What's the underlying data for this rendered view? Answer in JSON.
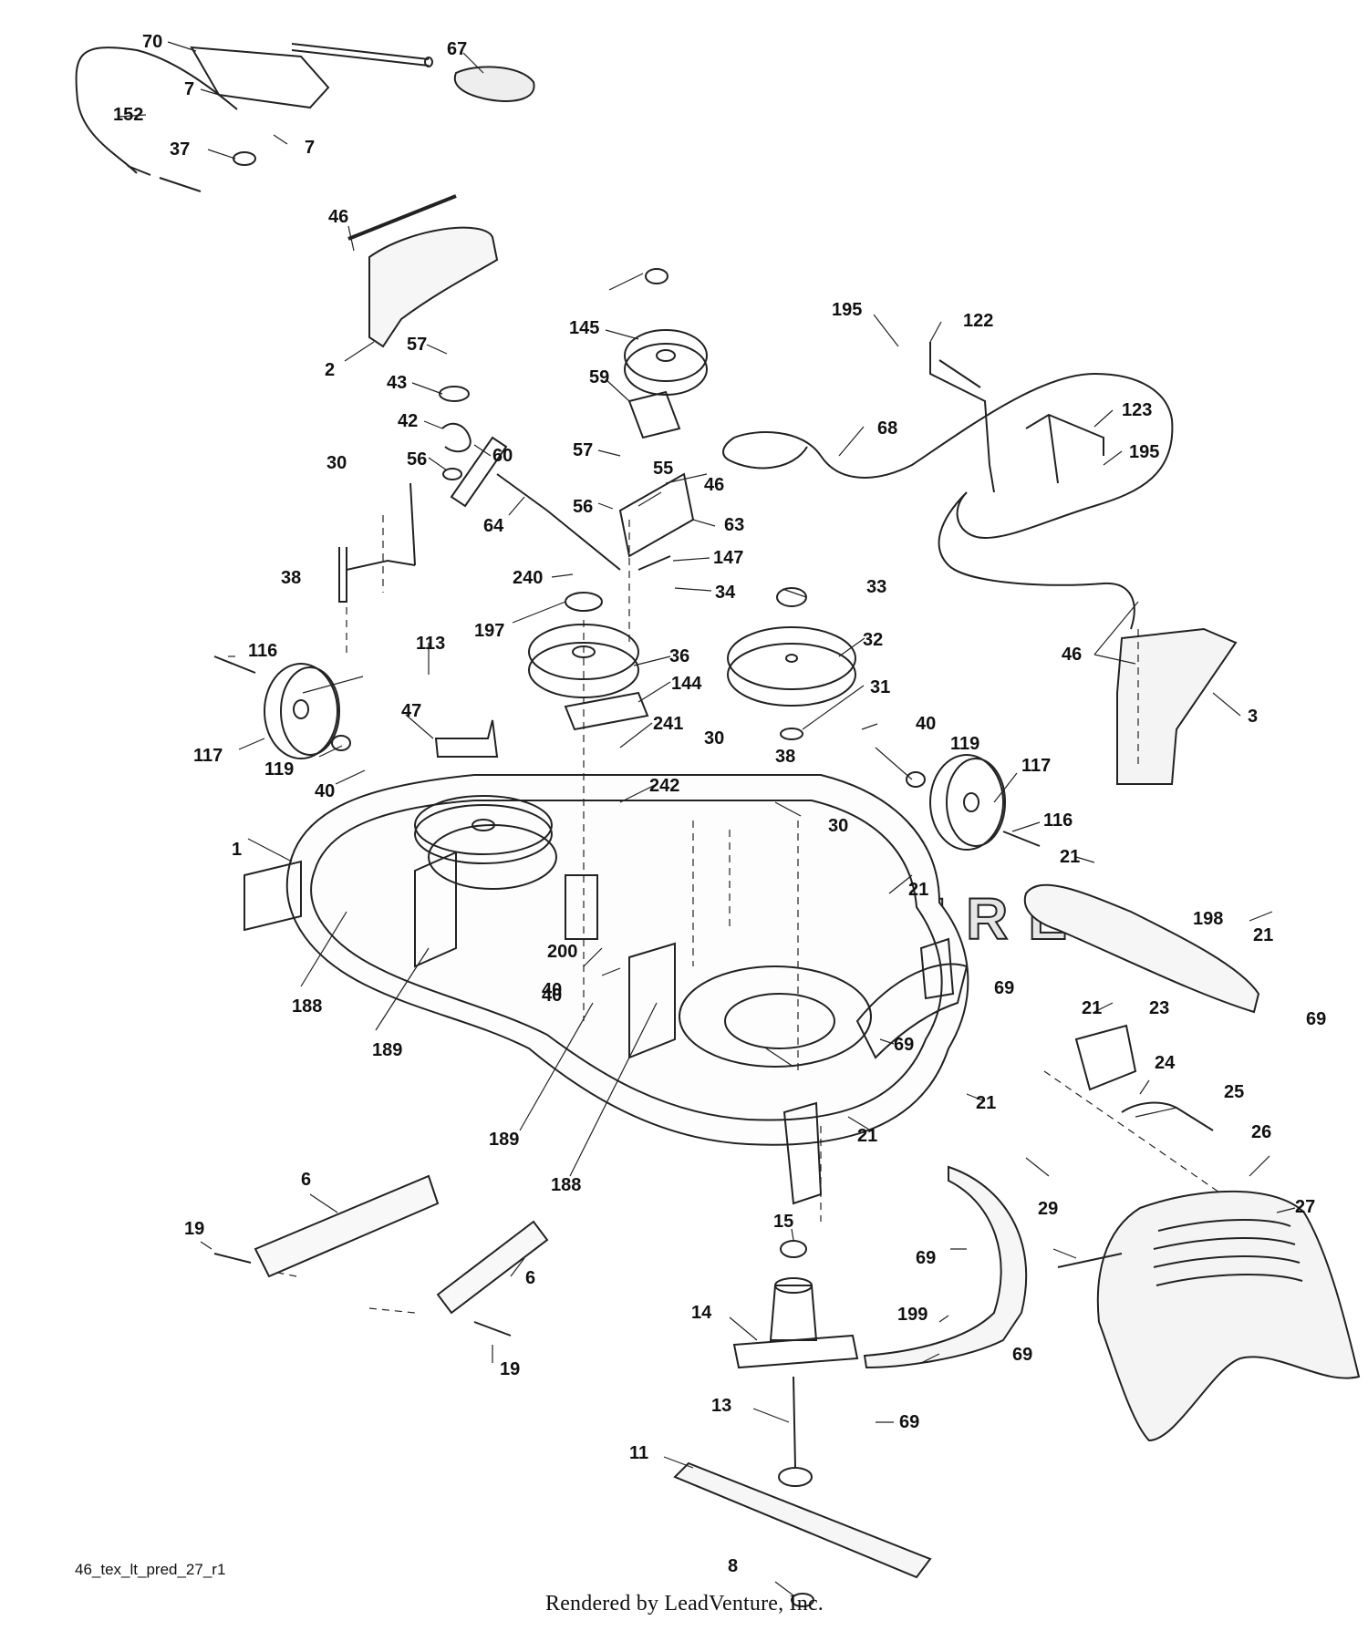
{
  "watermark": "LEADVENTURE",
  "diagram_id": "46_tex_lt_pred_27_r1",
  "credit": "Rendered by LeadVenture, Inc.",
  "labels": [
    "70",
    "67",
    "7",
    "7",
    "152",
    "37",
    "46",
    "2",
    "57",
    "43",
    "42",
    "56",
    "60",
    "64",
    "30",
    "38",
    "116",
    "117",
    "119",
    "40",
    "113",
    "47",
    "1",
    "188",
    "189",
    "40",
    "145",
    "59",
    "57",
    "56",
    "55",
    "46",
    "63",
    "147",
    "240",
    "34",
    "197",
    "36",
    "144",
    "241",
    "242",
    "200",
    "40",
    "189",
    "188",
    "30",
    "38",
    "30",
    "195",
    "122",
    "68",
    "123",
    "195",
    "33",
    "32",
    "31",
    "46",
    "3",
    "40",
    "119",
    "117",
    "116",
    "21",
    "21",
    "198",
    "21",
    "69",
    "69",
    "21",
    "23",
    "24",
    "25",
    "69",
    "21",
    "21",
    "26",
    "27",
    "6",
    "19",
    "6",
    "19",
    "15",
    "14",
    "13",
    "11",
    "8",
    "69",
    "29",
    "199",
    "69",
    "69"
  ]
}
